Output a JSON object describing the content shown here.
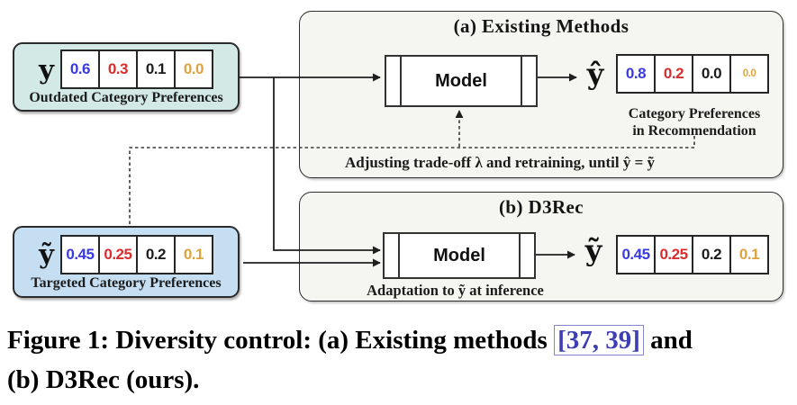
{
  "colors": {
    "cat1": "#3a3ae3",
    "cat2": "#da2c2c",
    "cat3": "#1c1c1c",
    "cat4": "#dfa33e",
    "citation": "#3d3db4",
    "citation_border": "#8585cd",
    "teal_bg": "#d2e9e6",
    "blue_bg": "#c5def2",
    "panel_bg": "#f5f5f2"
  },
  "vectors": {
    "outdated": {
      "symbol": "y",
      "values": [
        "0.6",
        "0.3",
        "0.1",
        "0.0"
      ],
      "label": "Outdated Category Preferences"
    },
    "targeted": {
      "symbol": "ỹ",
      "values": [
        "0.45",
        "0.25",
        "0.2",
        "0.1"
      ],
      "label": "Targeted Category Preferences"
    },
    "recommended": {
      "symbol": "ŷ",
      "values": [
        "0.8",
        "0.2",
        "0.0",
        "0.0"
      ],
      "label_line1": "Category Preferences",
      "label_line2": "in Recommendation"
    },
    "d3rec_output": {
      "symbol": "ỹ",
      "values": [
        "0.45",
        "0.25",
        "0.2",
        "0.1"
      ]
    }
  },
  "panel_a": {
    "title": "(a) Existing Methods",
    "model_label": "Model",
    "feedback_text": "Adjusting trade-off λ and retraining, until ŷ = ỹ"
  },
  "panel_b": {
    "title": "(b) D3Rec",
    "model_label": "Model",
    "note": "Adaptation to ỹ at inference"
  },
  "caption": {
    "line1_prefix": "Figure 1: Diversity control: (a) Existing methods ",
    "citation": "[37, 39]",
    "line1_suffix": " and",
    "line2": "(b) D3Rec (ours)."
  }
}
